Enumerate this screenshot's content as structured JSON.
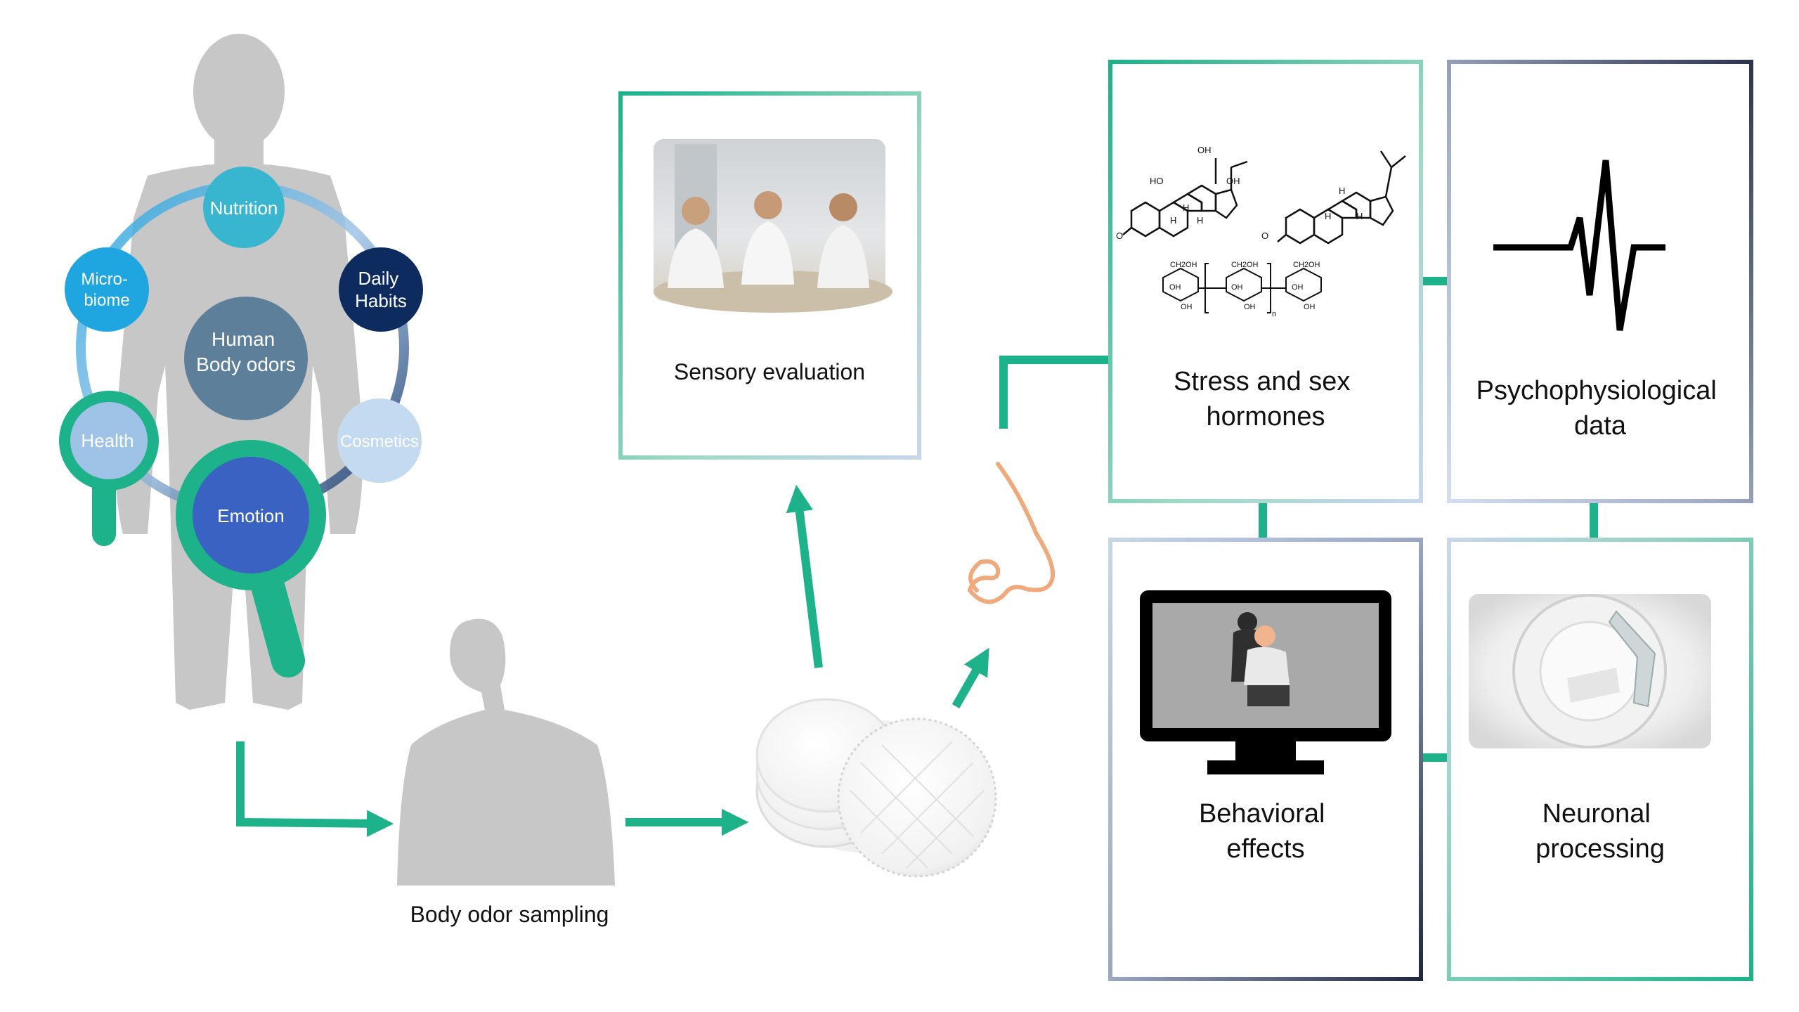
{
  "figure": {
    "factors": {
      "center": "Human\nBody odors",
      "nutrition": "Nutrition",
      "daily_habits": "Daily\nHabits",
      "microbiome": "Micro-\nbiome",
      "health": "Health",
      "cosmetics": "Cosmetics",
      "emotion": "Emotion"
    },
    "steps": {
      "sampling": "Body odor sampling",
      "sensory": "Sensory evaluation"
    },
    "boxes": {
      "hormones": "Stress and sex\nhormones",
      "psychophysiological": "Psychophysiological\ndata",
      "behavioral": "Behavioral\neffects",
      "neuronal": "Neuronal\nprocessing"
    },
    "chem_labels": [
      "OH",
      "HO",
      "OH",
      "H",
      "H",
      "H",
      "O",
      "O",
      "H",
      "H",
      "H",
      "CH2OH",
      "OH",
      "CH2OH",
      "OH",
      "CH2OH",
      "OH",
      "OH",
      "OH",
      "OH",
      "n"
    ],
    "colors": {
      "accent": "#1db28a",
      "nutrition": "#38b6d0",
      "daily_habits": "#0d2b5e",
      "microbiome": "#1fa6e0",
      "health": "#9fc3e6",
      "cosmetics": "#c3daf0",
      "emotion": "#3a62c2",
      "center": "#5e7f9a",
      "silhouette": "#c7c7c7",
      "nose": "#f0a97a"
    }
  }
}
